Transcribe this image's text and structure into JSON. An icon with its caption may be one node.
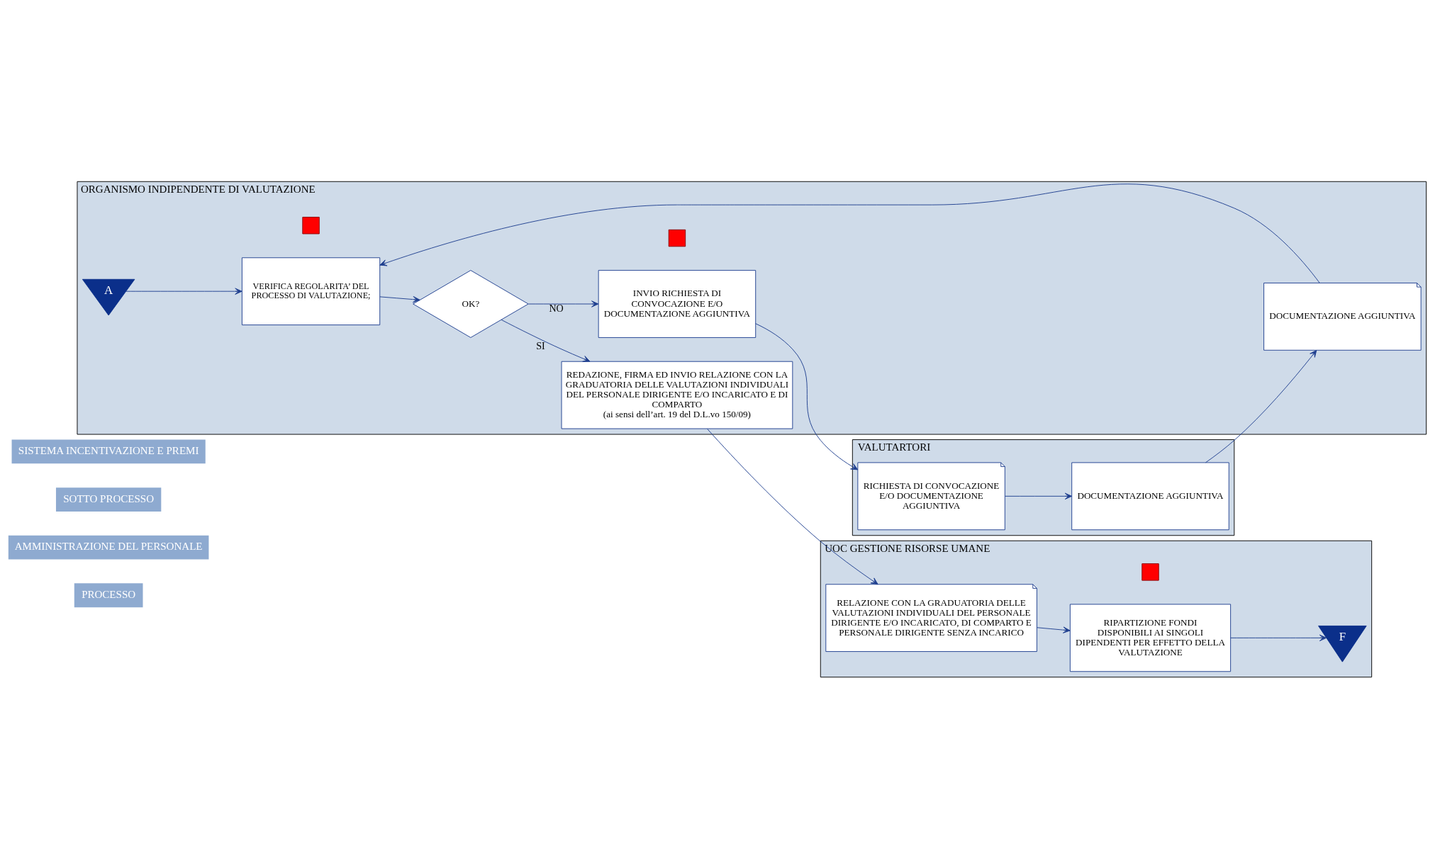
{
  "diagram": {
    "nodes": [
      {
        "text": [
          "ORGANISMO INDIPENDENTE DI VALUTAZIONE"
        ]
      },
      {
        "text": [
          "A"
        ],
        "in": 0
      },
      {
        "text": [
          "VERIFICA REGOLARITA’ DEL PROCESSO DI VALUTAZIONE;"
        ],
        "in": 0
      },
      {
        "text": [],
        "shape": "box",
        "in": 0
      },
      {
        "text": [
          "OK?"
        ],
        "in": 0
      },
      {
        "text": [
          "INVIO RICHIESTA DI CONVOCAZIONE E/O DOCUMENTAZIONE AGGIUNTIVA"
        ],
        "in": 0
      },
      {
        "text": [
          "REDAZIONE, FIRMA ED INVIO RELAZIONE CON LA GRADUATORIA DELLE VALUTAZIONI INDIVIDUALI DEL PERSONALE DIRIGENTE E/O INCARICATO E DI COMPARTO",
          "(ai sensi dell’art. 19 del D.L.vo 150/09)"
        ],
        "in": 0
      },
      {
        "text": [],
        "shape": "box",
        "in": 0
      },
      {
        "text": [
          "DOCUMENTAZIONE AGGIUNTIVA"
        ],
        "in": 0
      },
      {
        "text": [
          "UOC GESTIONE RISORSE UMANE"
        ]
      },
      {
        "text": [
          "RELAZIONE CON LA GRADUATORIA DELLE VALUTAZIONI INDIVIDUALI DEL PERSONALE DIRIGENTE E/O INCARICATO, DI COMPARTO E PERSONALE DIRIGENTE SENZA INCARICO"
        ],
        "in": 9
      },
      {
        "text": [
          "RIPARTIZIONE FONDI DISPONIBILI AI SINGOLI DIPENDENTI PER EFFETTO DELLA VALUTAZIONE"
        ],
        "in": 9
      },
      {
        "text": [],
        "shape": "box",
        "in": 9
      },
      {
        "text": [
          "F"
        ],
        "in": 9
      },
      {
        "text": [
          "VALUTARTORI"
        ]
      },
      {
        "text": [
          "DOCUMENTAZIONE AGGIUNTIVA"
        ],
        "in": 14
      },
      {
        "text": [
          "RICHIESTA DI CONVOCAZIONE E/O DOCUMENTAZIONE AGGIUNTIVA"
        ],
        "in": 14
      }
    ],
    "edges": [
      {
        "from": 1,
        "to": 2,
        "arrow": "to"
      },
      {
        "from": 2,
        "to": 4,
        "arrow": "to"
      },
      {
        "from": 4,
        "to": 6,
        "arrow": "to",
        "label": "SI"
      },
      {
        "from": 4,
        "to": 5,
        "arrow": "to",
        "label": "NO"
      },
      {
        "from": 5,
        "to": 16,
        "arrow": "to"
      },
      {
        "from": 16,
        "to": 15,
        "arrow": "to"
      },
      {
        "from": 15,
        "to": 8,
        "arrow": "to"
      },
      {
        "from": 8,
        "to": 2,
        "arrow": "to"
      },
      {
        "from": 6,
        "to": 10,
        "arrow": "to"
      },
      {
        "from": 10,
        "to": 11,
        "arrow": "to"
      },
      {
        "from": 11,
        "to": 13,
        "arrow": "to"
      }
    ],
    "labels": [
      "PROCESSO",
      "AMMINISTRAZIONE DEL PERSONALE",
      "SOTTO PROCESSO",
      "SISTEMA INCENTIVAZIONE E PREMI"
    ]
  }
}
